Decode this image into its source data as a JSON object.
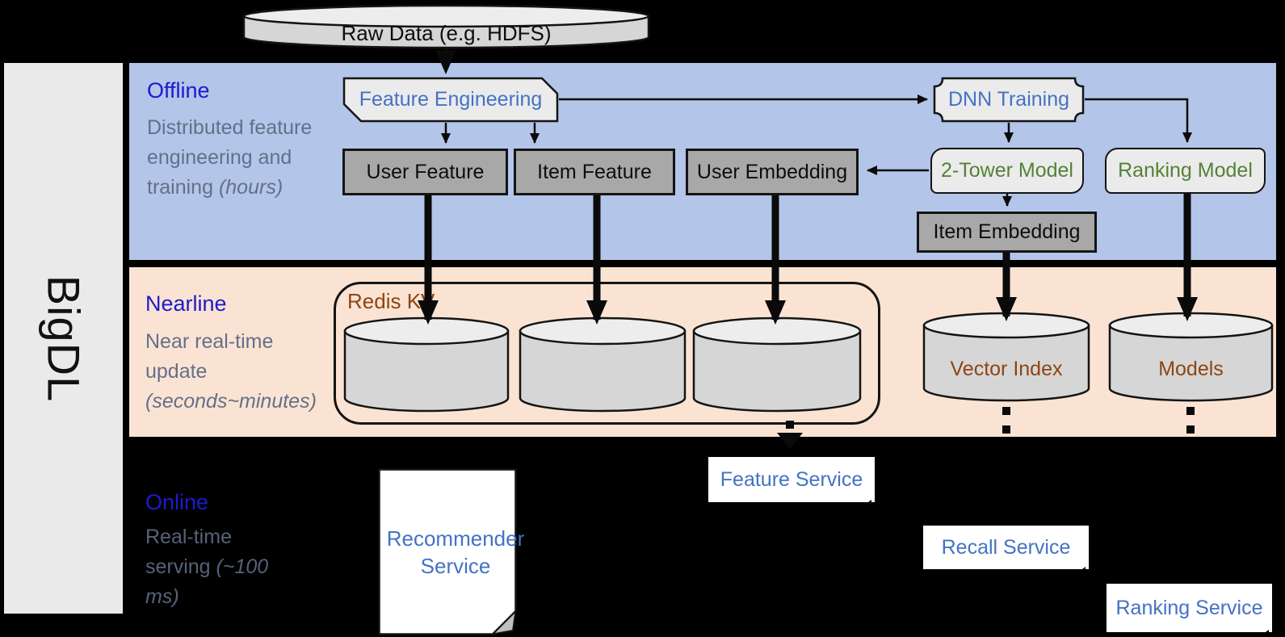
{
  "brand": {
    "label": "BigDL"
  },
  "raw_data": {
    "label": "Raw Data (e.g. HDFS)"
  },
  "sections": {
    "offline": {
      "title": "Offline",
      "desc_main": "Distributed feature engineering and training ",
      "desc_italic": "(hours)"
    },
    "nearline": {
      "title": "Nearline",
      "desc_main": "Near real-time update ",
      "desc_italic": "(seconds~minutes)"
    },
    "online": {
      "title": "Online",
      "desc_main": "Real-time serving ",
      "desc_italic": "(~100 ms)"
    }
  },
  "offline_nodes": {
    "feature_engineering": "Feature Engineering",
    "dnn_training": "DNN Training",
    "user_feature": "User Feature",
    "item_feature": "Item Feature",
    "user_embedding": "User Embedding",
    "two_tower_model": "2-Tower Model",
    "ranking_model": "Ranking Model",
    "item_embedding": "Item Embedding"
  },
  "nearline_nodes": {
    "redis_kv": "Redis KV",
    "vector_index": "Vector Index",
    "models": "Models"
  },
  "online_nodes": {
    "recommender_service": "Recommender Service",
    "feature_service": "Feature Service",
    "recall_service": "Recall Service",
    "ranking_service": "Ranking Service"
  },
  "colors": {
    "background": "#000000",
    "offline_band": "#b3c5e8",
    "nearline_band": "#fbe3d3",
    "sidebar": "#eaeaea",
    "section_title_blue": "#1b1bcd",
    "node_label_blue": "#4472c4",
    "model_label_green": "#548235",
    "storage_label_brown": "#8e4512",
    "gray_box_fill": "#a8a8a8",
    "light_box_fill": "#ebebeb"
  }
}
